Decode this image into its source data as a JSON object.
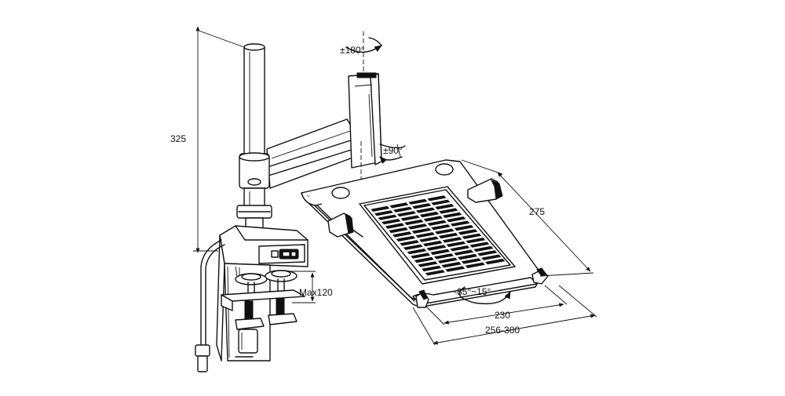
{
  "diagram": {
    "colors": {
      "line": "#111111",
      "paper": "#ffffff"
    },
    "labels": {
      "height_325": "325",
      "rotate_180": "±180°",
      "rotate_90": "±90°",
      "depth_275": "275",
      "clamp_max120": "Max120",
      "tilt_range": "-85°~15°",
      "width_230": "230",
      "width_256_380": "256-380"
    }
  }
}
